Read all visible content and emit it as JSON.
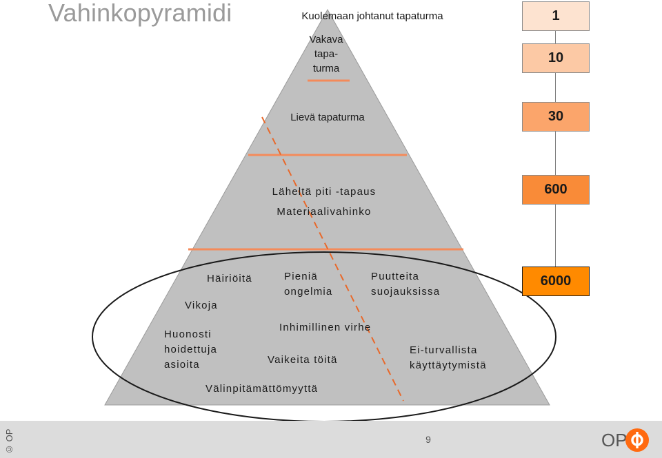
{
  "title": "Vahinkopyramidi",
  "levels": [
    {
      "label": "Kuolemaan johtanut tapaturma",
      "count": "1",
      "color": "#fde3d0"
    },
    {
      "label": "Vakava tapa- turma",
      "count": "10",
      "color": "#fcc9a5"
    },
    {
      "label": "Lievä tapaturma",
      "count": "30",
      "color": "#fba56b"
    },
    {
      "label_1": "Läheltä piti -tapaus",
      "label_2": "Materiaalivahinko",
      "count": "600",
      "color": "#f98b38"
    },
    {
      "count": "6000",
      "color": "#ff8a00"
    }
  ],
  "base_items": {
    "hairioita": "Häiriöitä",
    "vikoja": "Vikoja",
    "huonosti": "Huonosti hoidettuja asioita",
    "pienia": "Pieniä ongelmia",
    "puutteita": "Puutteita suojauksissa",
    "inhimillinen": "Inhimillinen virhe",
    "vaikeita": "Vaikeita töitä",
    "eiturvallista": "Ei-turvallista käyttäytymistä",
    "valinpitamattomyytta": "Välinpitämättömyyttä"
  },
  "footer": {
    "copyright": "© OP",
    "page_number": "9",
    "logo_text": "OP"
  },
  "colors": {
    "pyramid_fill": "#c0c0c0",
    "separator": "#f48a5a",
    "dashed_line": "#e8682a"
  }
}
